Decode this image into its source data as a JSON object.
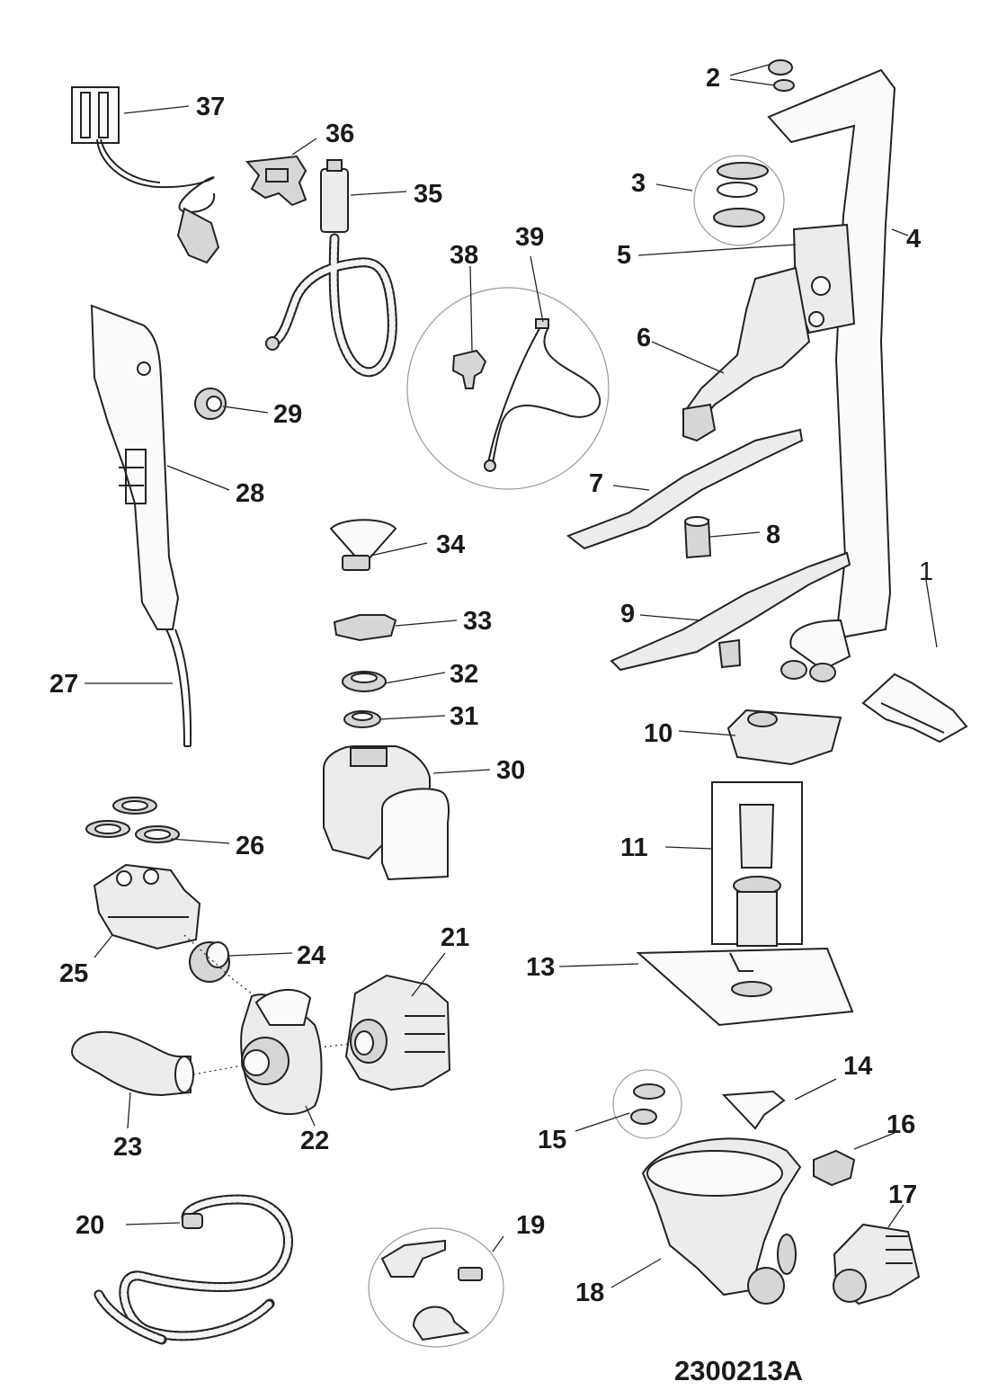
{
  "diagram_code": "2300213A",
  "part_numbers": [
    "1",
    "2",
    "3",
    "4",
    "5",
    "6",
    "7",
    "8",
    "9",
    "10",
    "11",
    "13",
    "14",
    "15",
    "16",
    "17",
    "18",
    "19",
    "20",
    "21",
    "22",
    "23",
    "24",
    "25",
    "26",
    "27",
    "28",
    "29",
    "30",
    "31",
    "32",
    "33",
    "34",
    "35",
    "36",
    "37",
    "38",
    "39"
  ]
}
